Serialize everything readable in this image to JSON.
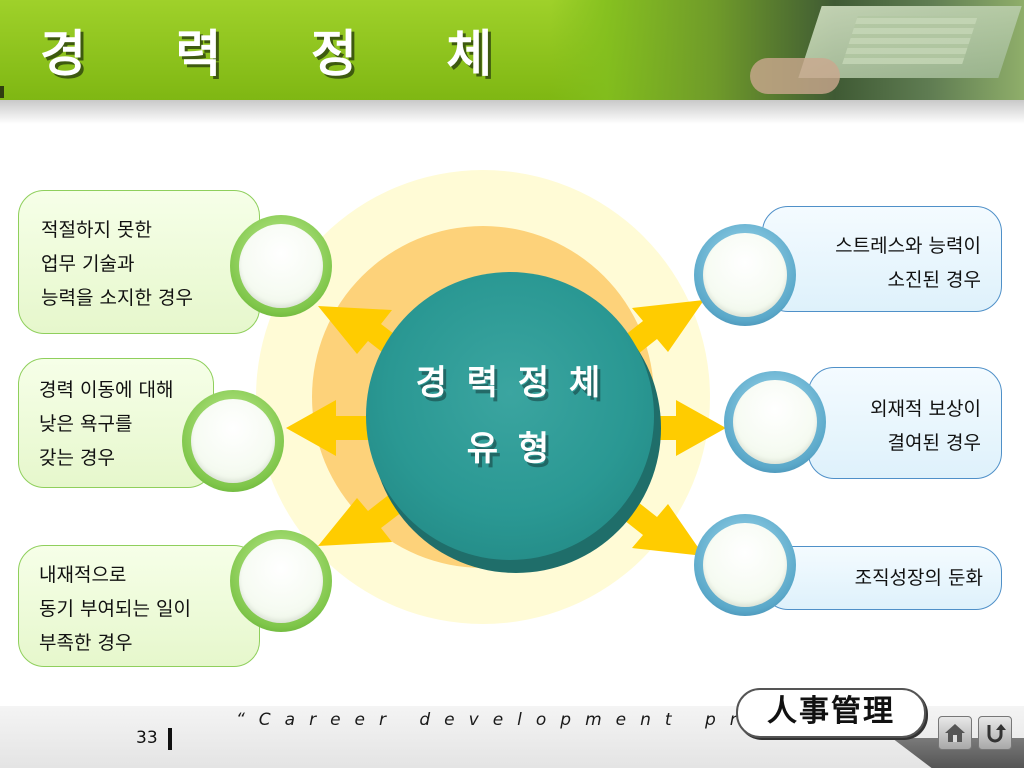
{
  "header": {
    "title": "경 력 정 체"
  },
  "center": {
    "line1": "경 력 정 체",
    "line2": "유 형"
  },
  "left_items": [
    {
      "lines": [
        "적절하지 못한",
        "업무 기술과",
        "능력을 소지한 경우"
      ]
    },
    {
      "lines": [
        "경력 이동에 대해",
        "낮은 욕구를",
        "갖는 경우"
      ]
    },
    {
      "lines": [
        "내재적으로",
        "동기 부여되는 일이",
        "부족한 경우"
      ]
    }
  ],
  "right_items": [
    {
      "lines": [
        "스트레스와 능력이",
        "소진된 경우"
      ]
    },
    {
      "lines": [
        "외재적 보상이",
        "결여된 경우"
      ]
    },
    {
      "lines": [
        "조직성장의 둔화"
      ]
    }
  ],
  "footer": {
    "slogan": "“Career development program”",
    "page_number": "33",
    "badge": "人事管理"
  },
  "icons": {
    "home": "home-icon",
    "return": "return-arrow-icon"
  },
  "colors": {
    "header_green": "#8cc21c",
    "core_teal": "#2a9893",
    "arrow_yellow": "#ffcc00",
    "green_border": "#8fcf5c",
    "blue_border": "#4f90c8"
  }
}
